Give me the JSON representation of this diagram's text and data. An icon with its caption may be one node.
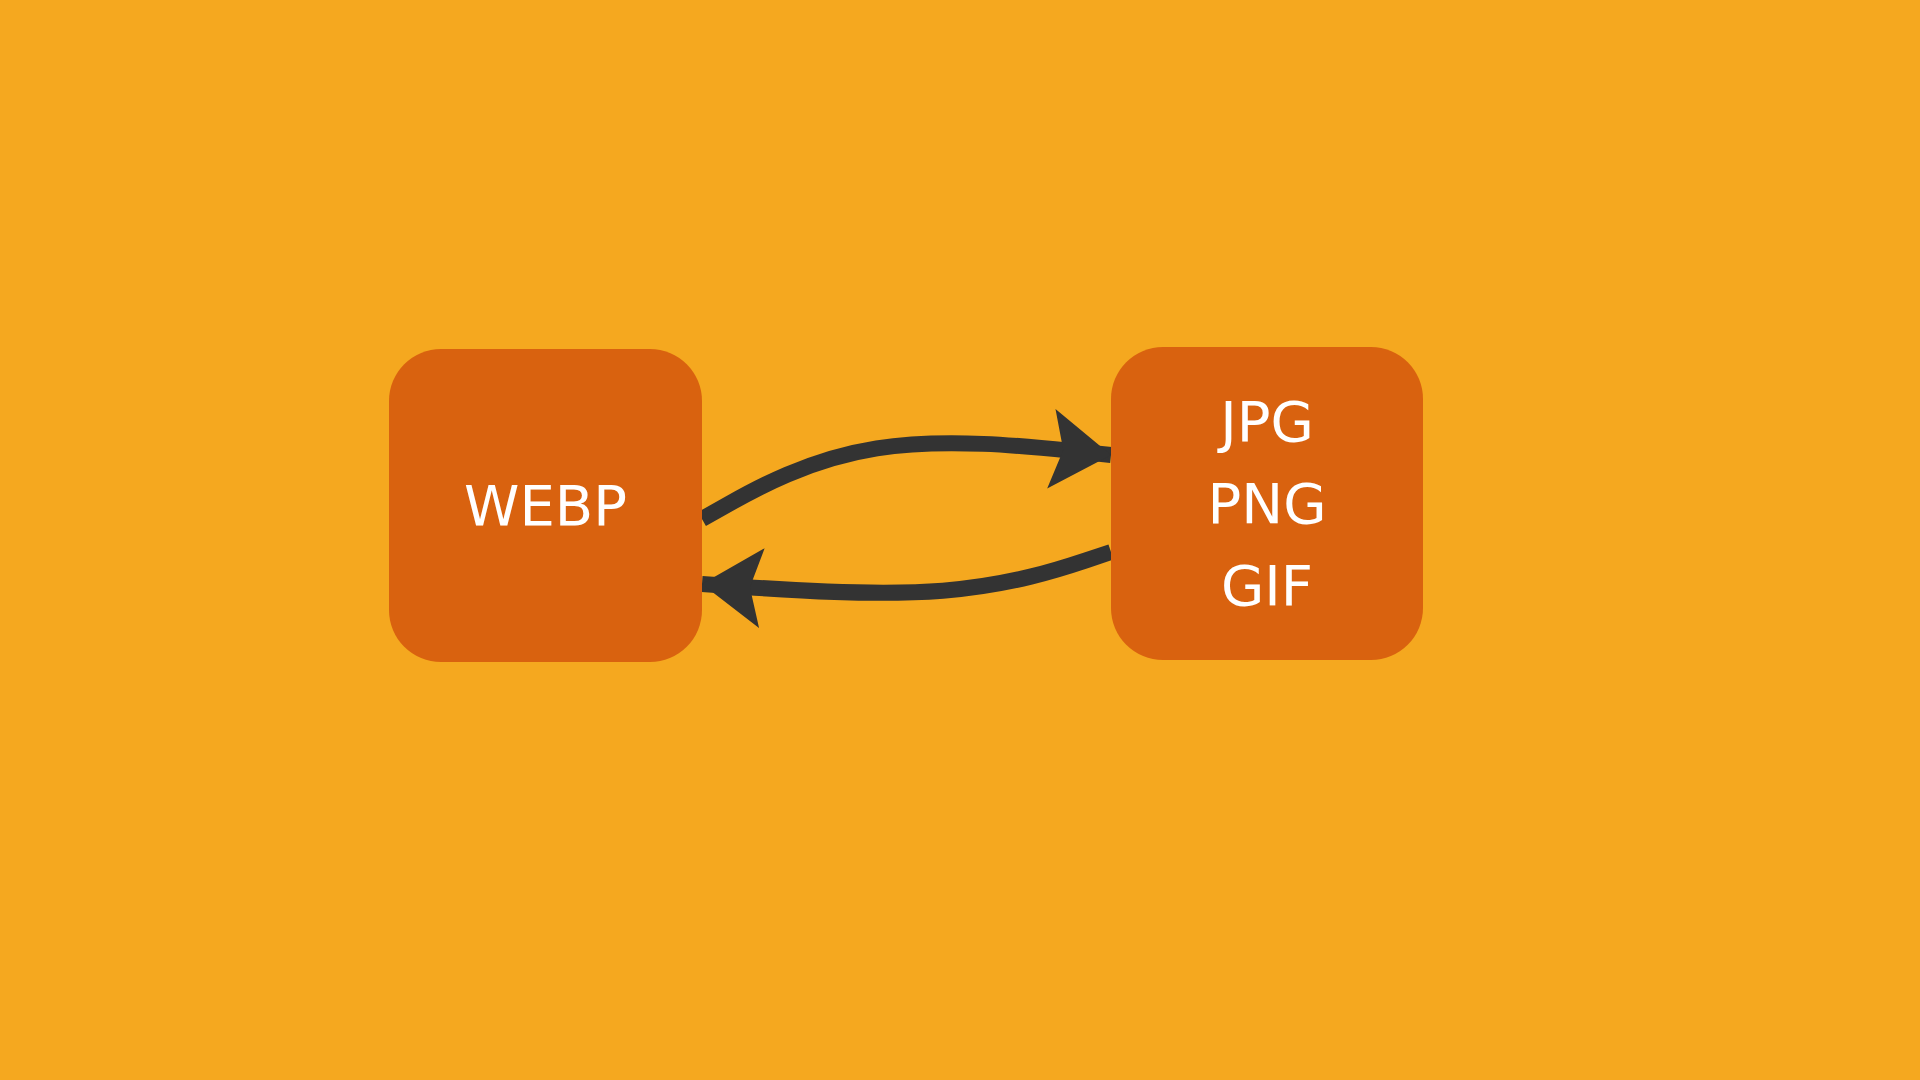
{
  "diagram": {
    "nodes": [
      {
        "text": [
          "WEBP"
        ]
      },
      {
        "text": [
          "JPG",
          "PNG",
          "GIF"
        ]
      }
    ],
    "edges": [
      {
        "from": 0,
        "to": 1,
        "arrow": "to"
      },
      {
        "from": 1,
        "to": 0,
        "arrow": "to"
      }
    ]
  }
}
